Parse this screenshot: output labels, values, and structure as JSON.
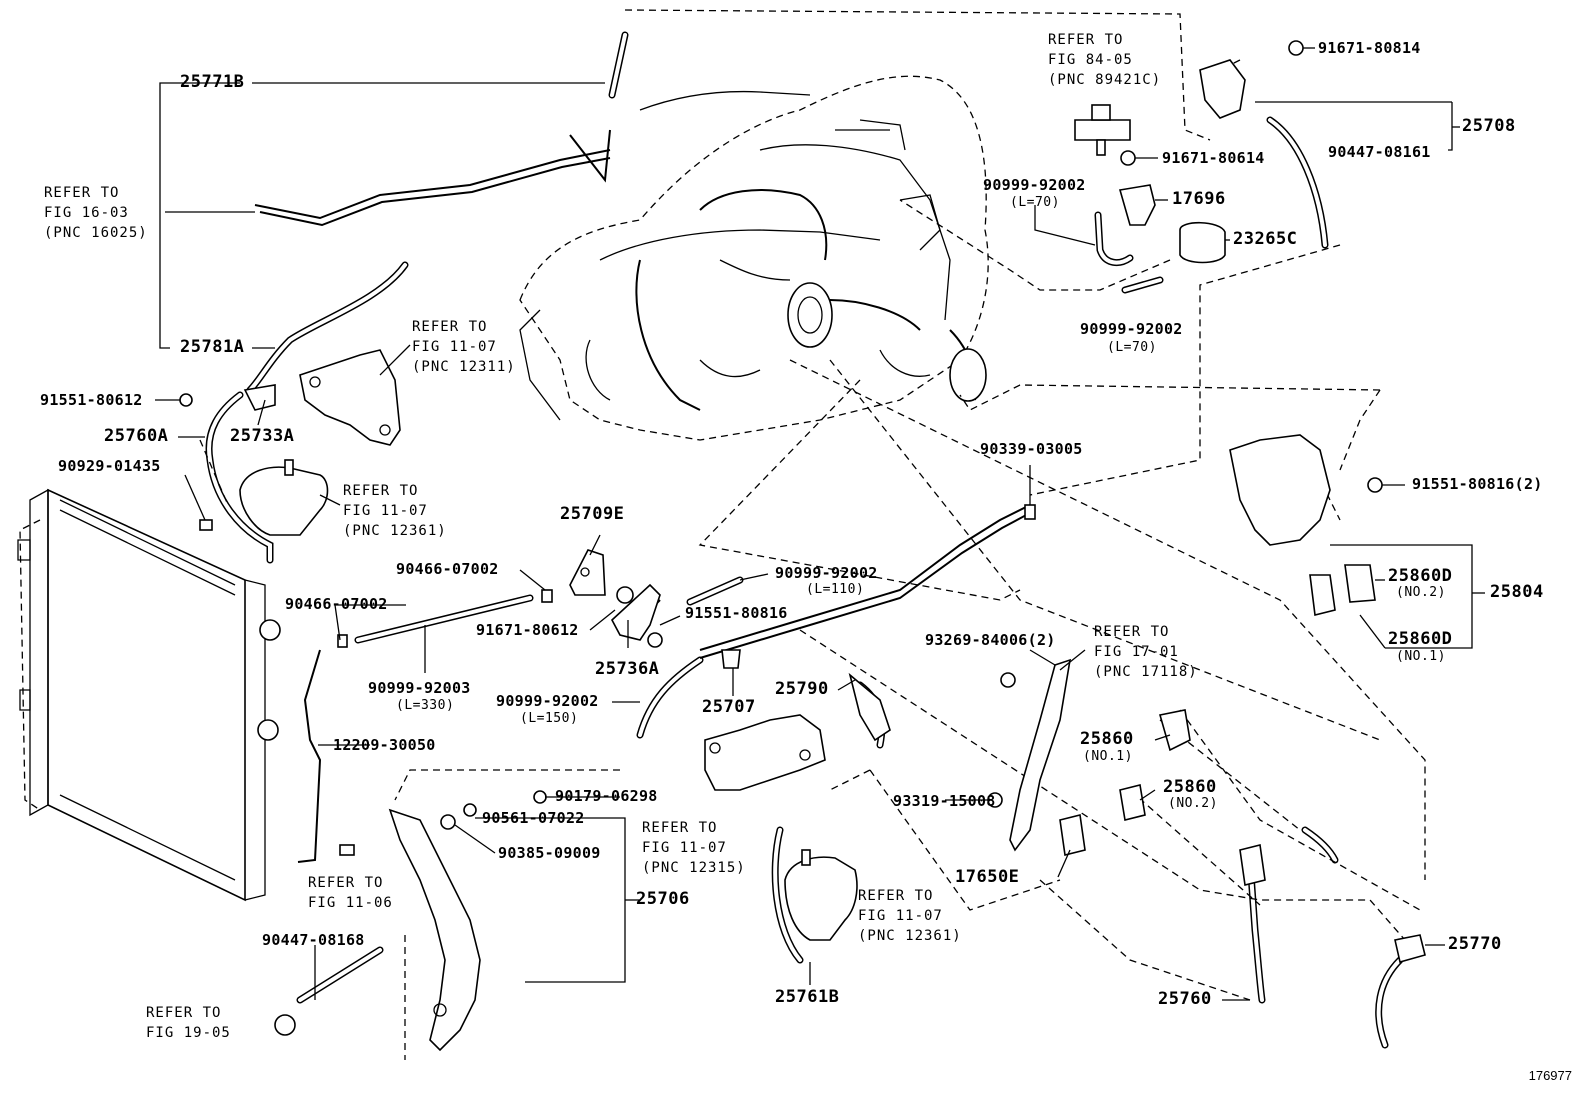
{
  "figure_number": "176977",
  "labels": {
    "p25771B": "25771B",
    "p25781A": "25781A",
    "p91551_80612": "91551-80612",
    "p25760A": "25760A",
    "p25733A": "25733A",
    "p90929_01435": "90929-01435",
    "p90466_07002a": "90466-07002",
    "p90466_07002b": "90466-07002",
    "p25709E": "25709E",
    "p91671_80612": "91671-80612",
    "p91551_80816": "91551-80816",
    "p25736A": "25736A",
    "p90999_92002_110": "90999-92002",
    "p90999_92003": "90999-92003",
    "p90999_92002_150": "90999-92002",
    "p25707": "25707",
    "p25790": "25790",
    "p12209_30050": "12209-30050",
    "p90179_06298": "90179-06298",
    "p90561_07022": "90561-07022",
    "p90385_09009": "90385-09009",
    "p25706": "25706",
    "p90447_08168": "90447-08168",
    "p25761B": "25761B",
    "p91671_80814": "91671-80814",
    "p25708": "25708",
    "p90447_08161": "90447-08161",
    "p91671_80614": "91671-80614",
    "p90999_92002_70a": "90999-92002",
    "p17696": "17696",
    "p23265C": "23265C",
    "p90999_92002_70b": "90999-92002",
    "p90339_03005": "90339-03005",
    "p91551_80816_2": "91551-80816(2)",
    "p25860D_a": "25860D",
    "p25804": "25804",
    "p25860D_b": "25860D",
    "p93269_84006": "93269-84006(2)",
    "p25860_1": "25860",
    "p25860_2": "25860",
    "p93319_15008": "93319-15008",
    "p17650E": "17650E",
    "p25770": "25770",
    "p25760": "25760"
  },
  "sublabels": {
    "L70a": "(L=70)",
    "L70b": "(L=70)",
    "L110": "(L=110)",
    "L330": "(L=330)",
    "L150": "(L=150)",
    "no2a": "(NO.2)",
    "no1a": "(NO.1)",
    "no1b": "(NO.1)",
    "no2b": "(NO.2)"
  },
  "references": {
    "r_16_03": [
      "REFER TO",
      "FIG 16-03",
      "(PNC 16025)"
    ],
    "r_11_07_12311": [
      "REFER TO",
      "FIG 11-07",
      "(PNC 12311)"
    ],
    "r_11_07_12361a": [
      "REFER TO",
      "FIG 11-07",
      "(PNC 12361)"
    ],
    "r_84_05": [
      "REFER TO",
      "FIG 84-05",
      "(PNC 89421C)"
    ],
    "r_17_01": [
      "REFER TO",
      "FIG 17-01",
      "(PNC 17118)"
    ],
    "r_11_07_12315": [
      "REFER TO",
      "FIG 11-07",
      "(PNC 12315)"
    ],
    "r_11_07_12361b": [
      "REFER TO",
      "FIG 11-07",
      "(PNC 12361)"
    ],
    "r_11_06": [
      "REFER TO",
      "FIG 11-06"
    ],
    "r_19_05": [
      "REFER TO",
      "FIG 19-05"
    ]
  }
}
